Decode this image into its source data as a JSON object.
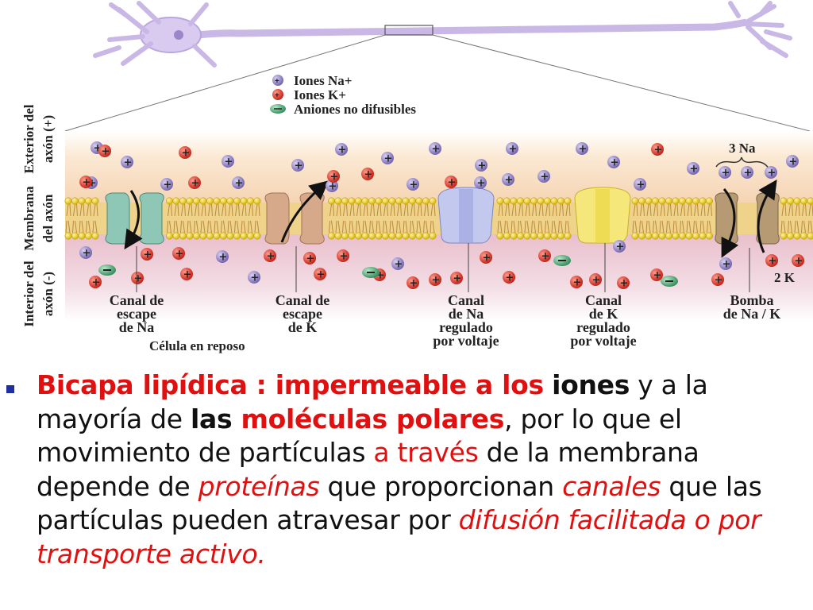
{
  "legend": {
    "na": "Iones Na+",
    "k": "Iones K+",
    "anion": "Aniones no difusibles"
  },
  "side_labels": {
    "exterior": [
      "Exterior del",
      "axón (+)"
    ],
    "membrane": [
      "Membrana",
      "del axón"
    ],
    "interior": [
      "Interior del",
      "axón (-)"
    ]
  },
  "channels": [
    {
      "label": [
        "Canal de",
        "escape",
        "de Na"
      ]
    },
    {
      "label": [
        "Canal de",
        "escape",
        "de K"
      ]
    },
    {
      "label": [
        "Canal",
        "de Na",
        "regulado",
        "por voltaje"
      ]
    },
    {
      "label": [
        "Canal",
        "de K",
        "regulado",
        "por voltaje"
      ]
    },
    {
      "label": [
        "Bomba",
        "de Na / K"
      ]
    }
  ],
  "rest_label": "Célula en reposo",
  "pump_labels": {
    "na": "3 Na",
    "k": "2 K"
  },
  "colors": {
    "na_ion": "#8e7fc2",
    "k_ion": "#e23a2a",
    "anion": "#4caa78",
    "lipid_head": "#f1d22a",
    "exterior_bg": "#f7dcbe",
    "interior_bg": "#ecc7d3",
    "bullet": "#1f2fa0",
    "highlight": "#e01010"
  },
  "text": {
    "p1": "Bicapa lipídica : impermeable a los",
    "p2": "iones",
    "p3": " y a la mayoría de ",
    "p4": "las",
    "p5": " moléculas polares",
    "p6": ", por lo que el movimiento de partículas ",
    "p7": "a través",
    "p8": " de la membrana depende de ",
    "p9": "proteínas",
    "p10": " que proporcionan ",
    "p11": "canales",
    "p12": " que las partículas pueden atravesar por ",
    "p13": "difusión facilitada o por transporte activo."
  }
}
